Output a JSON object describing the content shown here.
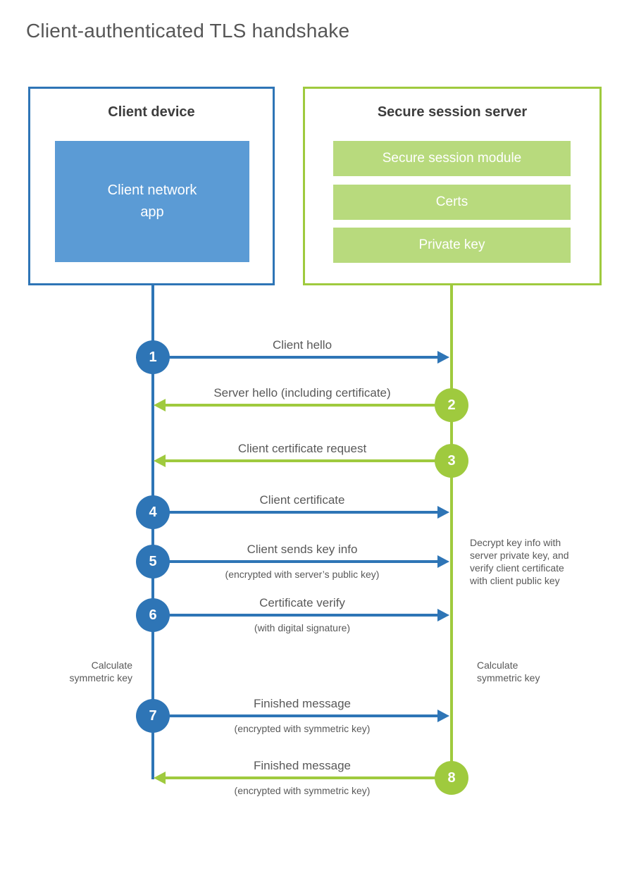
{
  "title": "Client-authenticated TLS handshake",
  "client_box": {
    "heading": "Client device",
    "app_label": "Client network\napp"
  },
  "server_box": {
    "heading": "Secure session server",
    "modules": [
      {
        "label": "Secure session module"
      },
      {
        "label": "Certs"
      },
      {
        "label": "Private key"
      }
    ]
  },
  "messages": [
    {
      "num": "1",
      "from": "client",
      "to": "server",
      "label": "Client hello",
      "sub": ""
    },
    {
      "num": "2",
      "from": "server",
      "to": "client",
      "label": "Server hello (including certificate)",
      "sub": ""
    },
    {
      "num": "3",
      "from": "server",
      "to": "client",
      "label": "Client certificate request",
      "sub": ""
    },
    {
      "num": "4",
      "from": "client",
      "to": "server",
      "label": "Client certificate",
      "sub": ""
    },
    {
      "num": "5",
      "from": "client",
      "to": "server",
      "label": "Client sends key info",
      "sub": "(encrypted with server’s public key)"
    },
    {
      "num": "6",
      "from": "client",
      "to": "server",
      "label": "Certificate verify",
      "sub": "(with digital signature)"
    },
    {
      "num": "7",
      "from": "client",
      "to": "server",
      "label": "Finished message",
      "sub": "(encrypted with symmetric key)"
    },
    {
      "num": "8",
      "from": "server",
      "to": "client",
      "label": "Finished message",
      "sub": "(encrypted with symmetric key)"
    }
  ],
  "annotations": {
    "server_note": "Decrypt key info with\nserver private key, and\nverify client certificate\nwith client public key",
    "client_calc": "Calculate\nsymmetric key",
    "server_calc": "Calculate\nsymmetric key"
  },
  "colors": {
    "blue": "#2e75b6",
    "blue-light": "#5b9bd5",
    "green": "#9fca3e",
    "green-light": "#b8da7d",
    "text": "#595959",
    "heading": "#3d3d3d",
    "title": "#565656"
  }
}
